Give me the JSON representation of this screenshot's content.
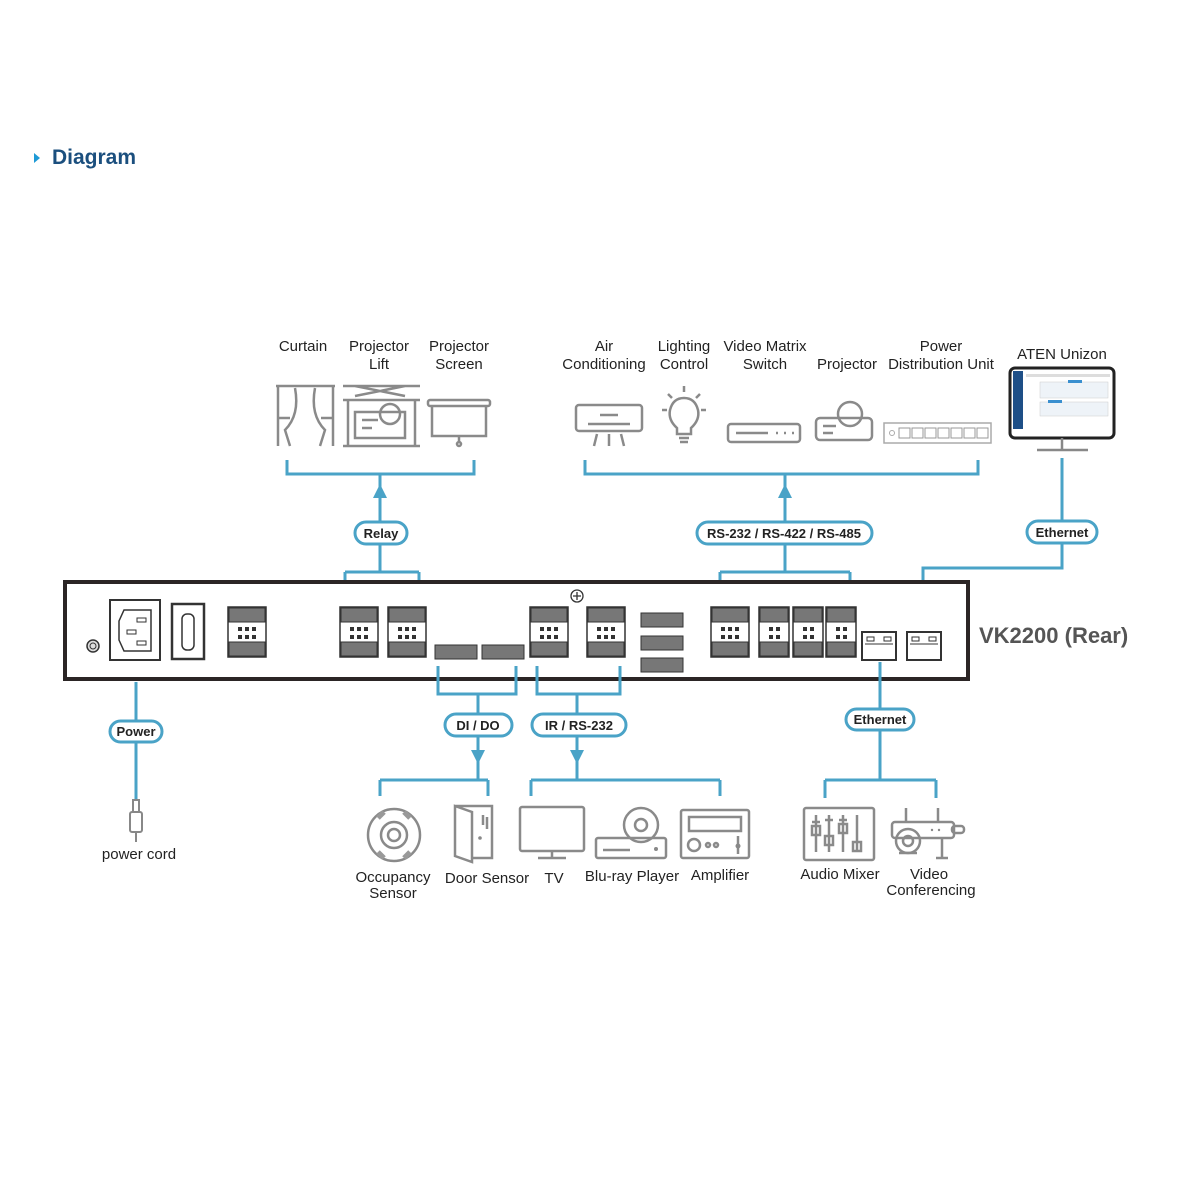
{
  "header": {
    "title": "Diagram",
    "bullet_icon": "triangle-right-icon",
    "accent_color": "#1e9ad6",
    "title_color": "#1b4f7e"
  },
  "device": {
    "model": "VK2200 (Rear)"
  },
  "line_color": "#4aa3c7",
  "top_left_group": {
    "connection": "Relay",
    "devices": [
      {
        "name_l1": "Curtain",
        "name_l2": "",
        "icon": "curtain-icon"
      },
      {
        "name_l1": "Projector",
        "name_l2": "Lift",
        "icon": "projector-lift-icon"
      },
      {
        "name_l1": "Projector",
        "name_l2": "Screen",
        "icon": "projector-screen-icon"
      }
    ]
  },
  "top_right_group": {
    "connection": "RS-232 / RS-422 / RS-485",
    "devices": [
      {
        "name_l1": "Air",
        "name_l2": "Conditioning",
        "icon": "air-conditioner-icon"
      },
      {
        "name_l1": "Lighting",
        "name_l2": "Control",
        "icon": "light-bulb-icon"
      },
      {
        "name_l1": "Video Matrix",
        "name_l2": "Switch",
        "icon": "video-matrix-switch-icon"
      },
      {
        "name_l1": "",
        "name_l2": "Projector",
        "icon": "projector-icon"
      },
      {
        "name_l1": "Power",
        "name_l2": "Distribution Unit",
        "icon": "pdu-icon"
      }
    ]
  },
  "unizon": {
    "name": "ATEN Unizon",
    "connection": "Ethernet",
    "icon": "monitor-icon"
  },
  "power": {
    "connection": "Power",
    "device": "power cord",
    "icon": "power-cord-icon"
  },
  "dido_group": {
    "connection": "DI / DO",
    "devices": [
      {
        "name_l1": "Occupancy",
        "name_l2": "Sensor",
        "icon": "occupancy-sensor-icon"
      },
      {
        "name_l1": "Door Sensor",
        "name_l2": "",
        "icon": "door-sensor-icon"
      }
    ]
  },
  "ir_group": {
    "connection": "IR / RS-232",
    "devices": [
      {
        "name_l1": "TV",
        "name_l2": "",
        "icon": "tv-icon"
      },
      {
        "name_l1": "Blu-ray Player",
        "name_l2": "",
        "icon": "bluray-player-icon"
      },
      {
        "name_l1": "Amplifier",
        "name_l2": "",
        "icon": "amplifier-icon"
      }
    ]
  },
  "eth_group": {
    "connection": "Ethernet",
    "devices": [
      {
        "name_l1": "Audio Mixer",
        "name_l2": "",
        "icon": "audio-mixer-icon"
      },
      {
        "name_l1": "Video",
        "name_l2": "Conferencing",
        "icon": "video-conferencing-icon"
      }
    ]
  }
}
